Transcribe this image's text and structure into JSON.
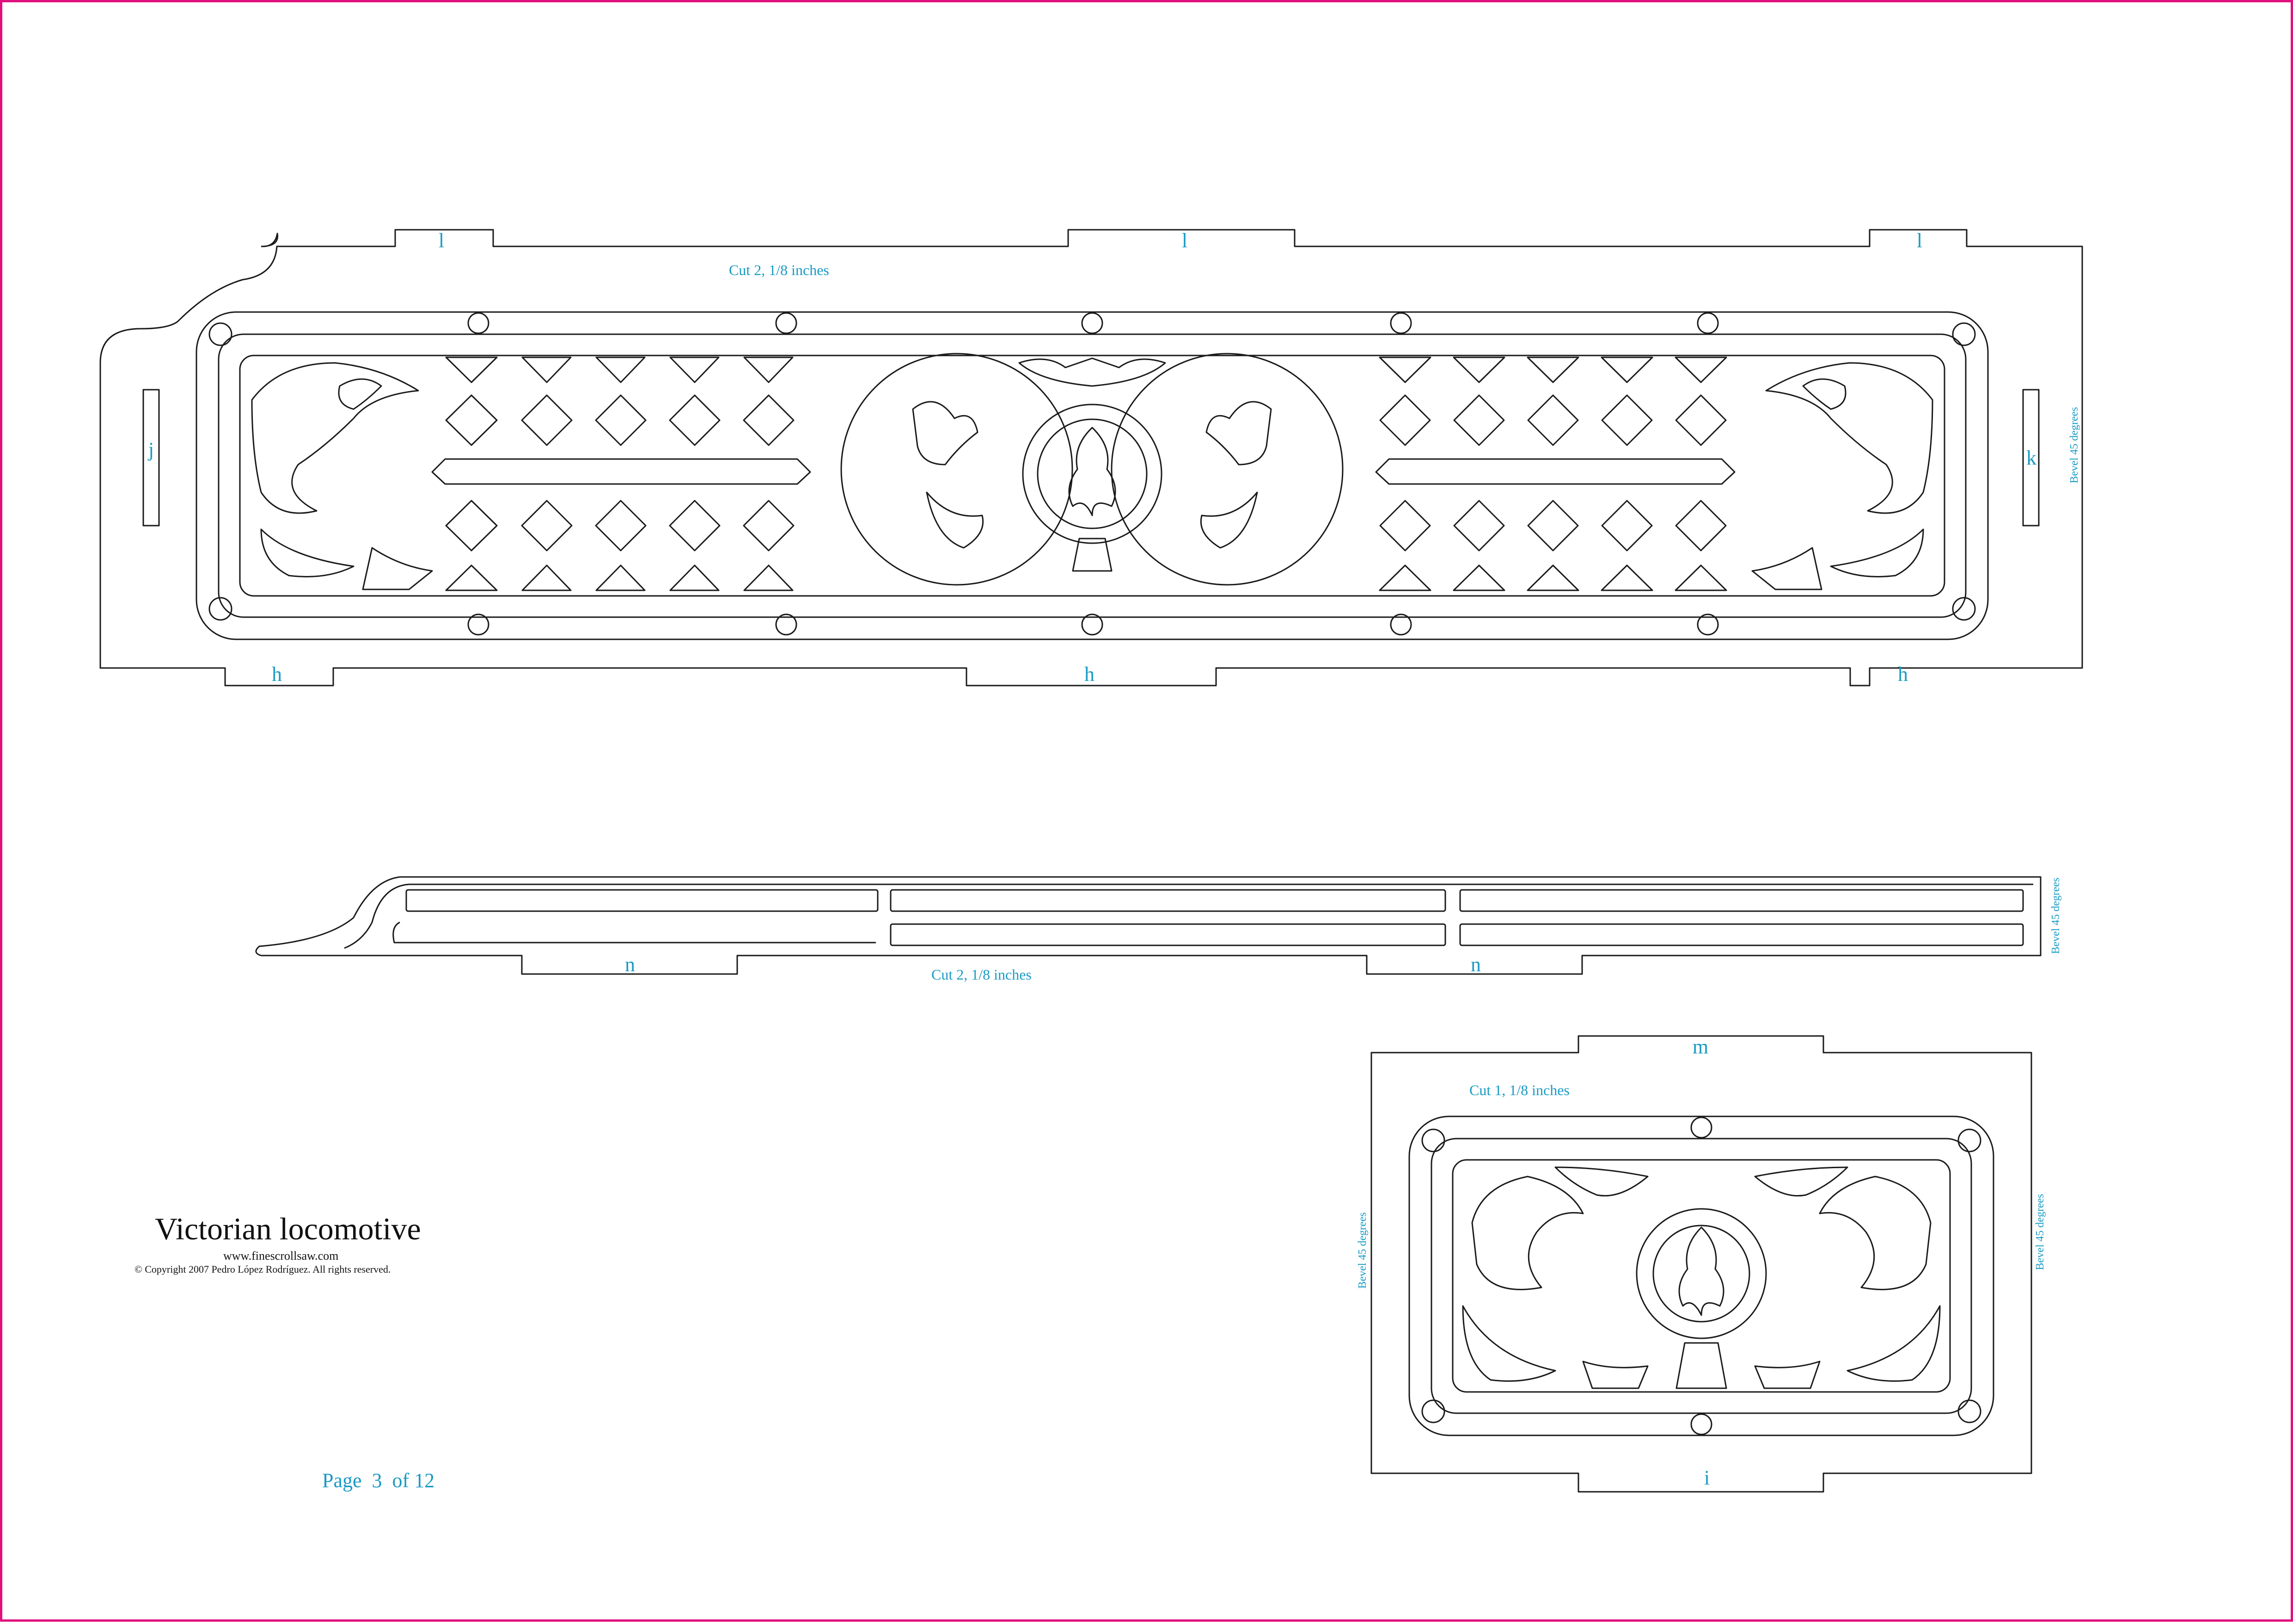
{
  "sheet": {
    "border_color": "#e0117f",
    "ink_color": "#1a1a1a",
    "label_color": "#1a9bc4"
  },
  "part_top": {
    "tab_top_label": "l",
    "tab_bottom_label": "h",
    "left_slot_label": "j",
    "right_slot_label": "k",
    "cut_note": "Cut 2, 1/8 inches",
    "bevel_note": "Bevel 45 degrees"
  },
  "part_middle": {
    "tab_label": "n",
    "cut_note": "Cut 2, 1/8 inches",
    "bevel_note": "Bevel 45 degrees"
  },
  "part_bottom": {
    "tab_top_label": "m",
    "tab_bottom_label": "i",
    "cut_note": "Cut 1, 1/8 inches",
    "bevel_note": "Bevel 45 degrees"
  },
  "title_block": {
    "title": "Victorian locomotive",
    "website": "www.finescrollsaw.com",
    "copyright": "© Copyright 2007 Pedro López Rodríguez. All rights reserved."
  },
  "page_footer": {
    "text": "Page  3  of 12"
  }
}
